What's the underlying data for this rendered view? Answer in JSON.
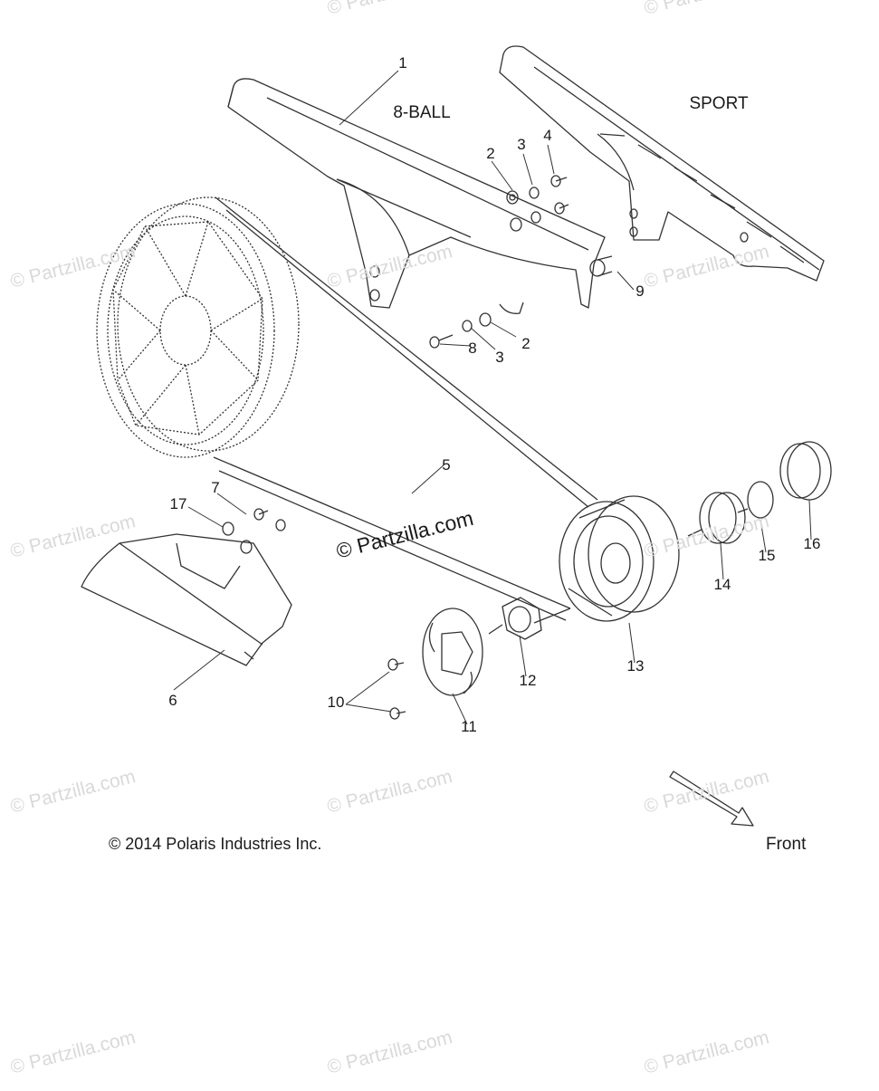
{
  "watermark_text": "© Partzilla.com",
  "variants": {
    "ball": "8-BALL",
    "sport": "SPORT"
  },
  "callouts": [
    "1",
    "2",
    "3",
    "4",
    "9",
    "2",
    "3",
    "8",
    "5",
    "7",
    "17",
    "6",
    "10",
    "11",
    "12",
    "13",
    "14",
    "15",
    "16"
  ],
  "copyright": "© 2014 Polaris Industries Inc.",
  "front_label": "Front"
}
